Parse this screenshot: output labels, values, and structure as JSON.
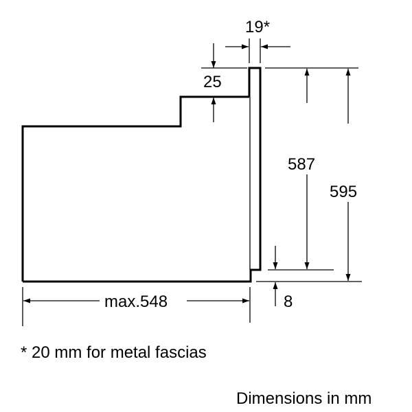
{
  "dimensions": {
    "front_thickness": "19*",
    "top_step": "25",
    "front_inner_height": "587",
    "total_height": "595",
    "bottom_offset": "8",
    "depth": "max.548"
  },
  "footnote": "* 20 mm for metal fascias",
  "units_note": "Dimensions in mm"
}
